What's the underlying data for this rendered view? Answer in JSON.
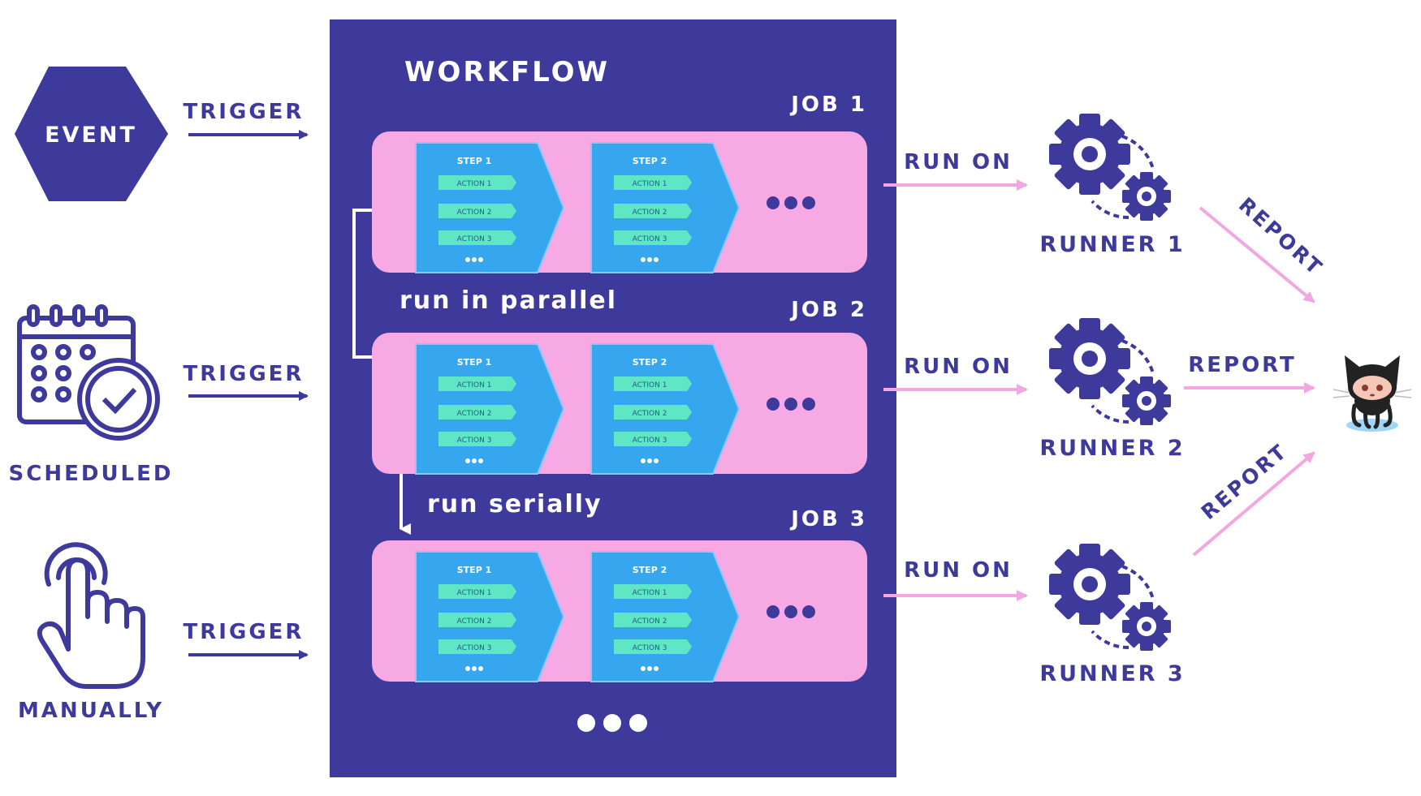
{
  "colors": {
    "indigo": "#3d3a9c",
    "job_pink": "#f6a9e3",
    "step_blue": "#36a7ee",
    "action_green": "#5fe6c4",
    "arrow_pink": "#f2a7e0",
    "white": "#ffffff"
  },
  "triggers": {
    "event": {
      "label": "EVENT",
      "icon": "hexagon"
    },
    "scheduled": {
      "label": "SCHEDULED",
      "icon": "calendar-clock-icon"
    },
    "manually": {
      "label": "MANUALLY",
      "icon": "hand-pointer-icon"
    },
    "arrow_label": "TRIGGER"
  },
  "workflow": {
    "title": "WORKFLOW",
    "jobs": [
      {
        "label": "JOB 1",
        "steps": [
          {
            "label": "STEP 1",
            "actions": [
              "ACTION 1",
              "ACTION 2",
              "ACTION 3"
            ]
          },
          {
            "label": "STEP 2",
            "actions": [
              "ACTION 1",
              "ACTION 2",
              "ACTION 3"
            ]
          }
        ]
      },
      {
        "label": "JOB 2",
        "steps": [
          {
            "label": "STEP 1",
            "actions": [
              "ACTION 1",
              "ACTION 2",
              "ACTION 3"
            ]
          },
          {
            "label": "STEP 2",
            "actions": [
              "ACTION 1",
              "ACTION 2",
              "ACTION 3"
            ]
          }
        ]
      },
      {
        "label": "JOB 3",
        "steps": [
          {
            "label": "STEP 1",
            "actions": [
              "ACTION 1",
              "ACTION 2",
              "ACTION 3"
            ]
          },
          {
            "label": "STEP 2",
            "actions": [
              "ACTION 1",
              "ACTION 2",
              "ACTION 3"
            ]
          }
        ]
      }
    ],
    "parallel_label": "run in parallel",
    "serial_label": "run serially"
  },
  "runners": {
    "arrow_label": "RUN ON",
    "items": [
      {
        "label": "RUNNER 1",
        "icon": "gears-icon"
      },
      {
        "label": "RUNNER 2",
        "icon": "gears-icon"
      },
      {
        "label": "RUNNER 3",
        "icon": "gears-icon"
      }
    ]
  },
  "report": {
    "label": "REPORT",
    "target_icon": "github-octocat-icon"
  }
}
